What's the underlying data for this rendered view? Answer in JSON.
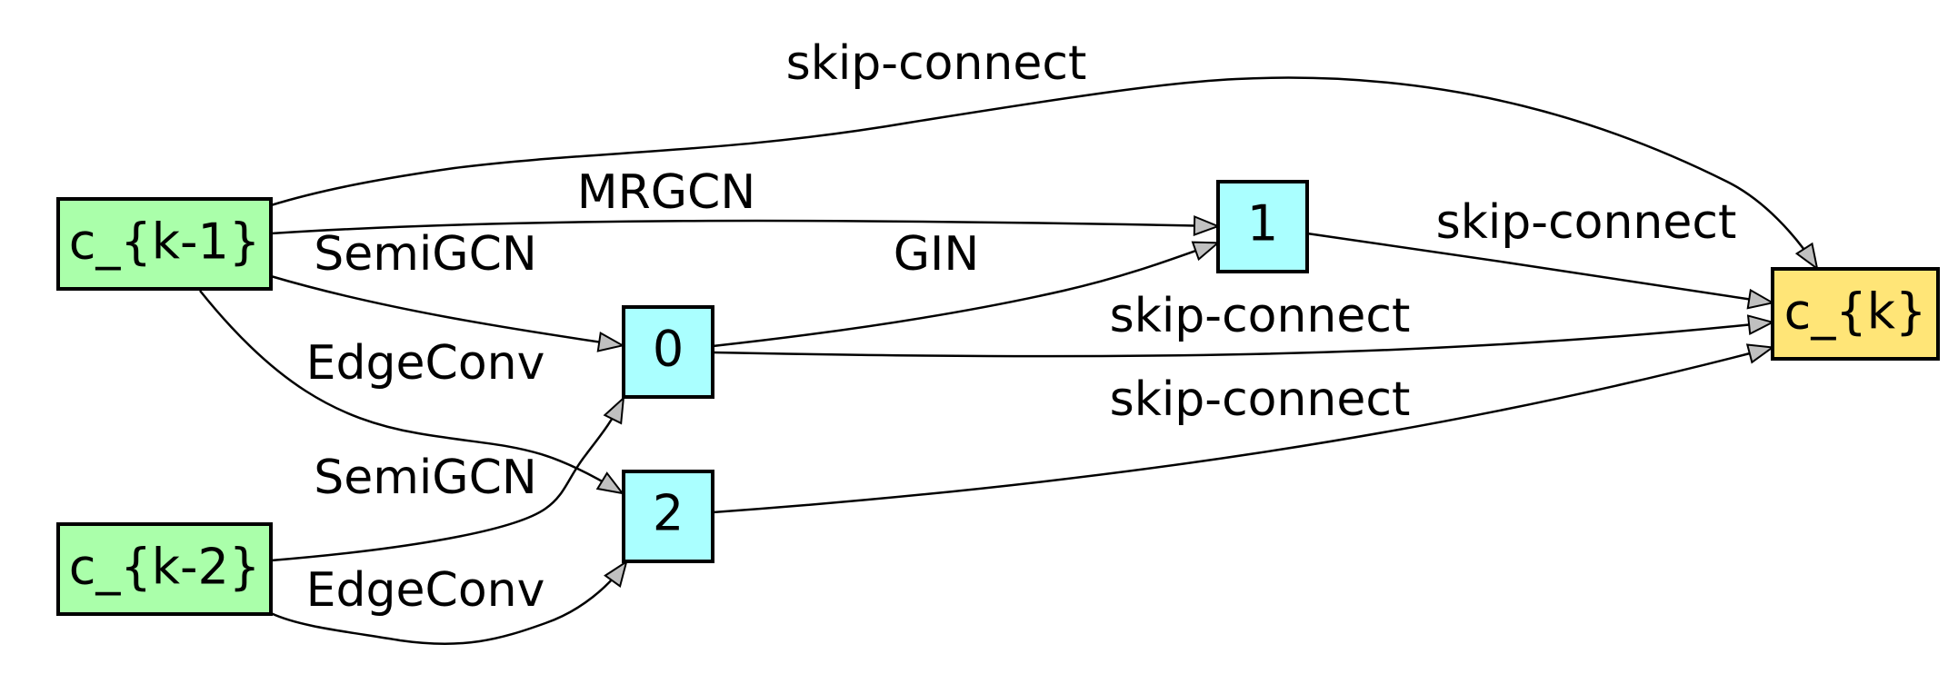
{
  "nodes": {
    "ck1": {
      "label": "c_{k-1}",
      "color": "#aaffaa"
    },
    "ck2": {
      "label": "c_{k-2}",
      "color": "#aaffaa"
    },
    "n0": {
      "label": "0",
      "color": "#aaffff"
    },
    "n1": {
      "label": "1",
      "color": "#aaffff"
    },
    "n2": {
      "label": "2",
      "color": "#aaffff"
    },
    "ck": {
      "label": "c_{k}",
      "color": "#ffe577"
    }
  },
  "edges": [
    {
      "from": "c_{k-1}",
      "to": "c_{k}",
      "label": "skip-connect"
    },
    {
      "from": "c_{k-1}",
      "to": "1",
      "label": "MRGCN"
    },
    {
      "from": "c_{k-1}",
      "to": "0",
      "label": "SemiGCN"
    },
    {
      "from": "c_{k-1}",
      "to": "2",
      "label": "EdgeConv"
    },
    {
      "from": "c_{k-2}",
      "to": "0",
      "label": "SemiGCN"
    },
    {
      "from": "c_{k-2}",
      "to": "2",
      "label": "EdgeConv"
    },
    {
      "from": "0",
      "to": "1",
      "label": "GIN"
    },
    {
      "from": "1",
      "to": "c_{k}",
      "label": "skip-connect"
    },
    {
      "from": "0",
      "to": "c_{k}",
      "label": "skip-connect"
    },
    {
      "from": "2",
      "to": "c_{k}",
      "label": "skip-connect"
    }
  ],
  "arrowhead_color": "#c0c0c0"
}
